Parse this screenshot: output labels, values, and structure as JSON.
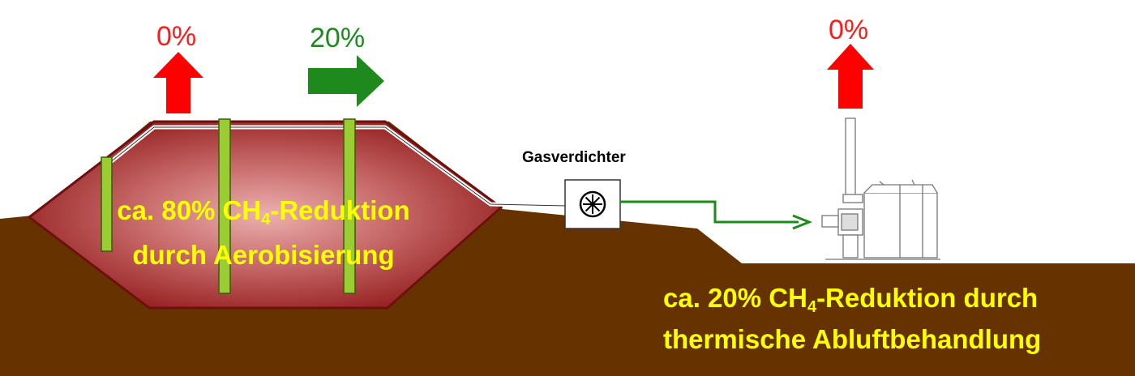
{
  "arrows": {
    "left_up_percent": "0%",
    "right_percent": "20%",
    "stack_up_percent": "0%"
  },
  "compressor": {
    "label": "Gasverdichter",
    "icon": "fan-icon"
  },
  "landfill_caption": {
    "line1_prefix": "ca. 80% CH",
    "line1_sub": "4",
    "line1_suffix": "-Reduktion",
    "line2": "durch Aerobisierung"
  },
  "treatment_caption": {
    "line1_prefix": "ca. 20% CH",
    "line1_sub": "4",
    "line1_suffix": "-Reduktion durch",
    "line2": "thermische Abluftbehandlung"
  },
  "colors": {
    "ground": "#663300",
    "landfill_body": "#9b1b1b",
    "landfill_glow": "#e8a0a0",
    "wells": "#9acd32",
    "arrow_up": "#ff0000",
    "arrow_right": "#1e8a1e",
    "caption": "#ffff00"
  }
}
